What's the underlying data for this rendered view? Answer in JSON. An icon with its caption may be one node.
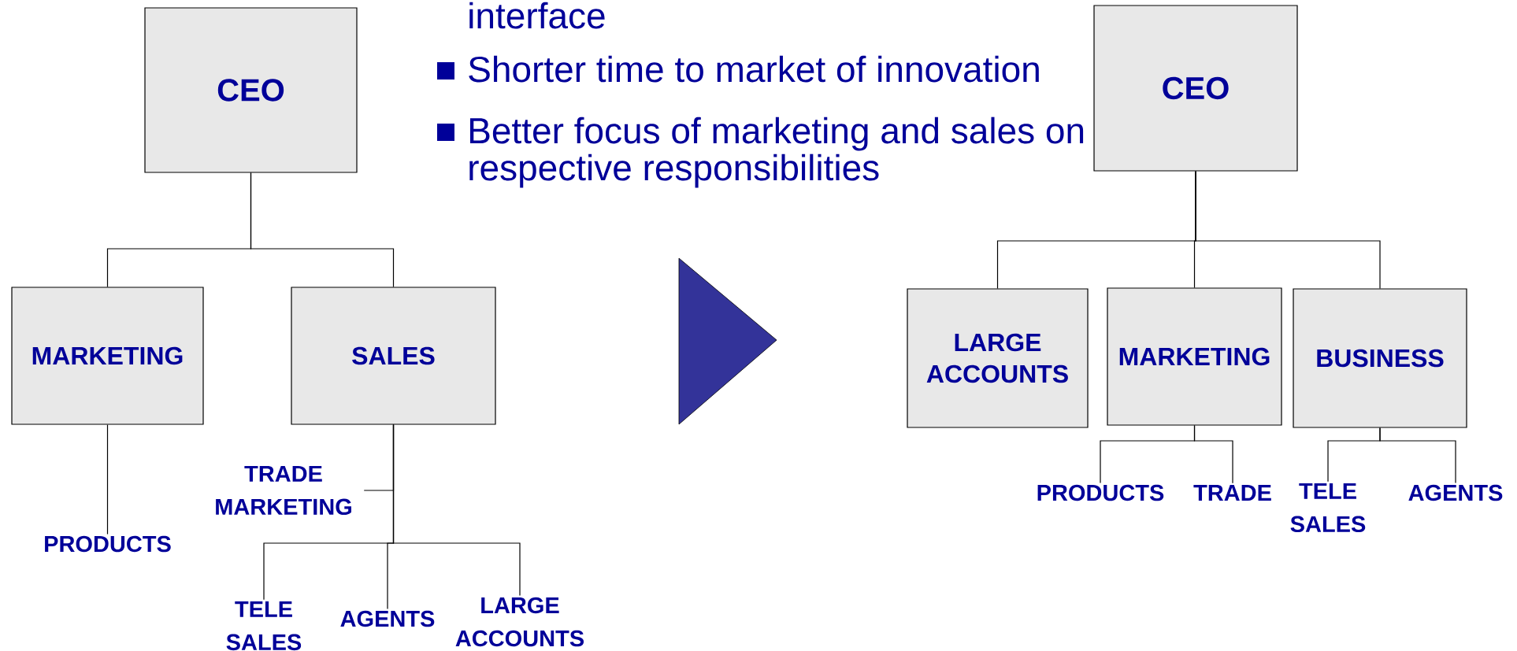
{
  "diagram": {
    "nodes": [
      {
        "text": [
          "CEO"
        ]
      },
      {
        "text": [
          "MARKETING"
        ]
      },
      {
        "text": [
          "SALES"
        ]
      },
      {
        "text": [
          "PRODUCTS"
        ]
      },
      {
        "text": [
          "TRADE MARKETING"
        ]
      },
      {
        "text": [
          "TELE SALES"
        ]
      },
      {
        "text": [
          "AGENTS"
        ]
      },
      {
        "text": [
          "LARGE ACCOUNTS"
        ]
      },
      {
        "text": [
          "CEO"
        ]
      },
      {
        "text": [
          "LARGE ACCOUNTS"
        ]
      },
      {
        "text": [
          "MARKETING"
        ]
      },
      {
        "text": [
          "BUSINESS"
        ]
      },
      {
        "text": [
          "PRODUCTS"
        ]
      },
      {
        "text": [
          "TRADE"
        ]
      },
      {
        "text": [
          "TELE SALES"
        ]
      },
      {
        "text": [
          "AGENTS"
        ]
      }
    ],
    "edges": [
      {
        "from": 0,
        "to": 1,
        "arrow": "none"
      },
      {
        "from": 0,
        "to": 2,
        "arrow": "none"
      },
      {
        "from": 1,
        "to": 3,
        "arrow": "none"
      },
      {
        "from": 2,
        "to": 4,
        "arrow": "none"
      },
      {
        "from": 2,
        "to": 5,
        "arrow": "none"
      },
      {
        "from": 2,
        "to": 6,
        "arrow": "none"
      },
      {
        "from": 2,
        "to": 7,
        "arrow": "none"
      },
      {
        "from": 8,
        "to": 9,
        "arrow": "none"
      },
      {
        "from": 8,
        "to": 10,
        "arrow": "none"
      },
      {
        "from": 8,
        "to": 11,
        "arrow": "none"
      },
      {
        "from": 10,
        "to": 12,
        "arrow": "none"
      },
      {
        "from": 10,
        "to": 13,
        "arrow": "none"
      },
      {
        "from": 11,
        "to": 14,
        "arrow": "none"
      },
      {
        "from": 11,
        "to": 15,
        "arrow": "none"
      }
    ],
    "labels": [
      "interface",
      "Shorter time to market of innovation",
      "Better focus of marketing and sales on respective responsibilities"
    ]
  }
}
